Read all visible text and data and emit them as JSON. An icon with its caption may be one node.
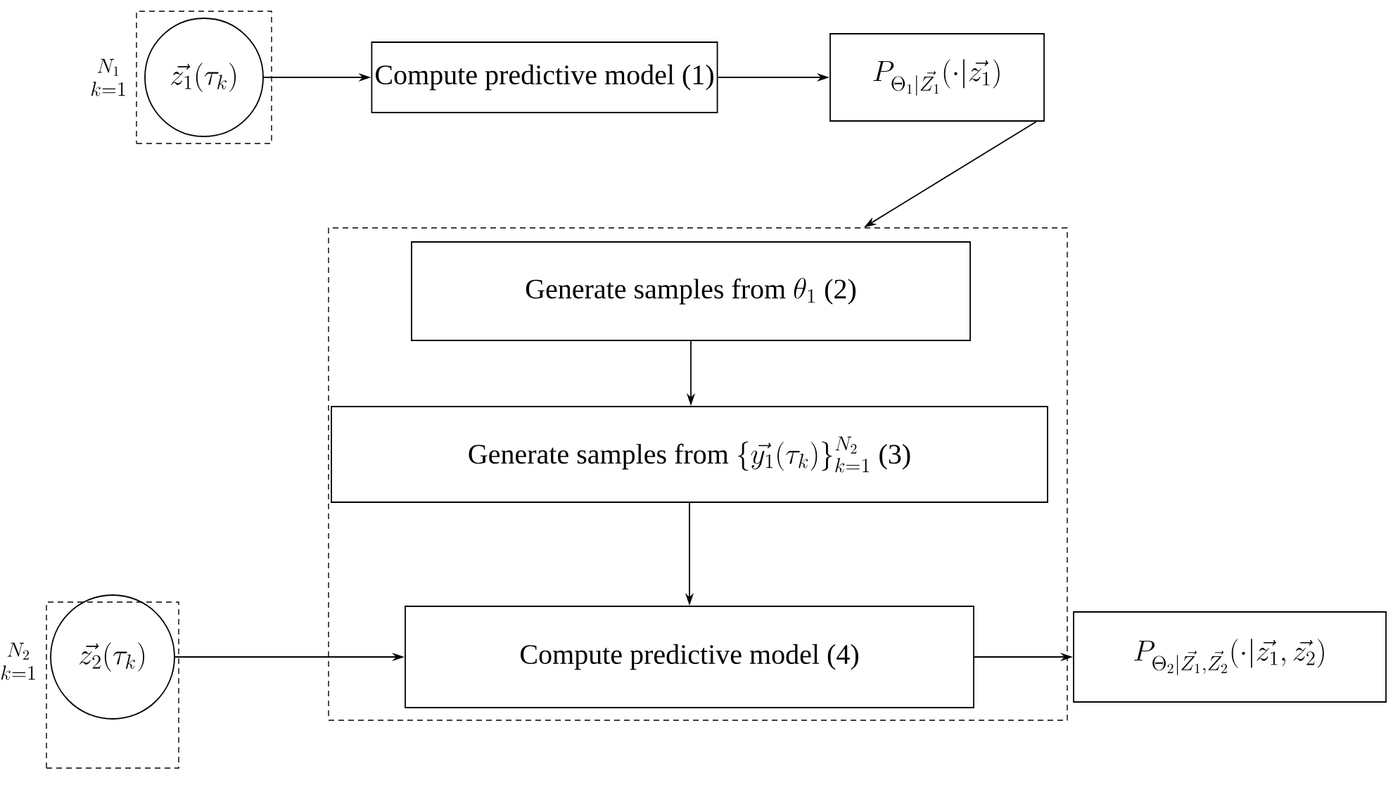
{
  "diagram": {
    "nodes": [
      {
        "text": [],
        "shape": "box",
        "beside": [
          "\\genfrac{}{}{0pt}{1}{N_1}{k=1}"
        ]
      },
      {
        "text": [
          "\\vec{z_1}(\\tau_k)"
        ],
        "in": 0
      },
      {
        "text": [
          "\\text{Compute predictive model (1)}"
        ]
      },
      {
        "text": [
          "P_{\\Theta_1|\\vec{Z_1}}(\\cdot|\\vec{z_1})"
        ]
      },
      {
        "text": [],
        "shape": "box"
      },
      {
        "text": [
          "\\text{Generate samples from }\\theta_1\\text{ (2)}"
        ],
        "in": 4
      },
      {
        "text": [
          "\\text{Generate samples from }\\{\\vec{y_1}(\\tau_k)\\}_{k=1}^{N_2}\\text{ (3)}"
        ],
        "in": 4
      },
      {
        "text": [
          "\\text{Compute predictive model (4)}"
        ],
        "in": 4
      },
      {
        "text": [],
        "shape": "box",
        "beside": [
          "\\genfrac{}{}{0pt}{1}{N_2}{k=1}"
        ]
      },
      {
        "text": [
          "\\vec{z_2}(\\tau_k)"
        ],
        "in": 8
      },
      {
        "text": [
          "P_{\\Theta_2|\\vec{Z_1},\\vec{Z_2}}(\\cdot|\\vec{z_1},\\vec{z_2})"
        ]
      }
    ],
    "edges": [
      {
        "from": 1,
        "to": 2,
        "arrow": "to"
      },
      {
        "from": 2,
        "to": 3,
        "arrow": "to"
      },
      {
        "from": 3,
        "to": 4,
        "arrow": "to"
      },
      {
        "from": 5,
        "to": 6,
        "arrow": "to"
      },
      {
        "from": 6,
        "to": 7,
        "arrow": "to"
      },
      {
        "from": 9,
        "to": 7,
        "arrow": "to"
      },
      {
        "from": 7,
        "to": 10,
        "arrow": "to"
      }
    ]
  }
}
